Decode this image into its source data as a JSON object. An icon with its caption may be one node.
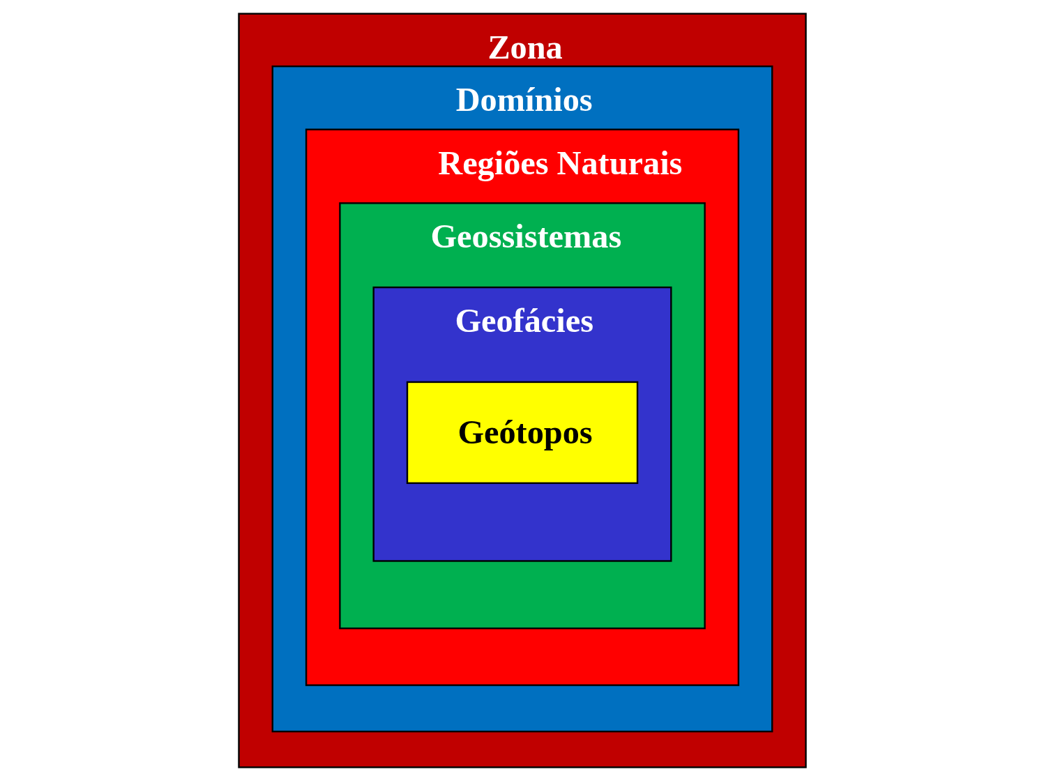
{
  "diagram": {
    "nodes": [
      {
        "text": [
          "Zona"
        ]
      },
      {
        "text": [
          "Domínios"
        ],
        "in": 0
      },
      {
        "text": [
          "Regiões Naturais"
        ],
        "in": 1
      },
      {
        "text": [
          "Geossistemas"
        ],
        "in": 2
      },
      {
        "text": [
          "Geofácies"
        ],
        "in": 3
      },
      {
        "text": [
          "Geótopos"
        ],
        "in": 4
      }
    ]
  }
}
